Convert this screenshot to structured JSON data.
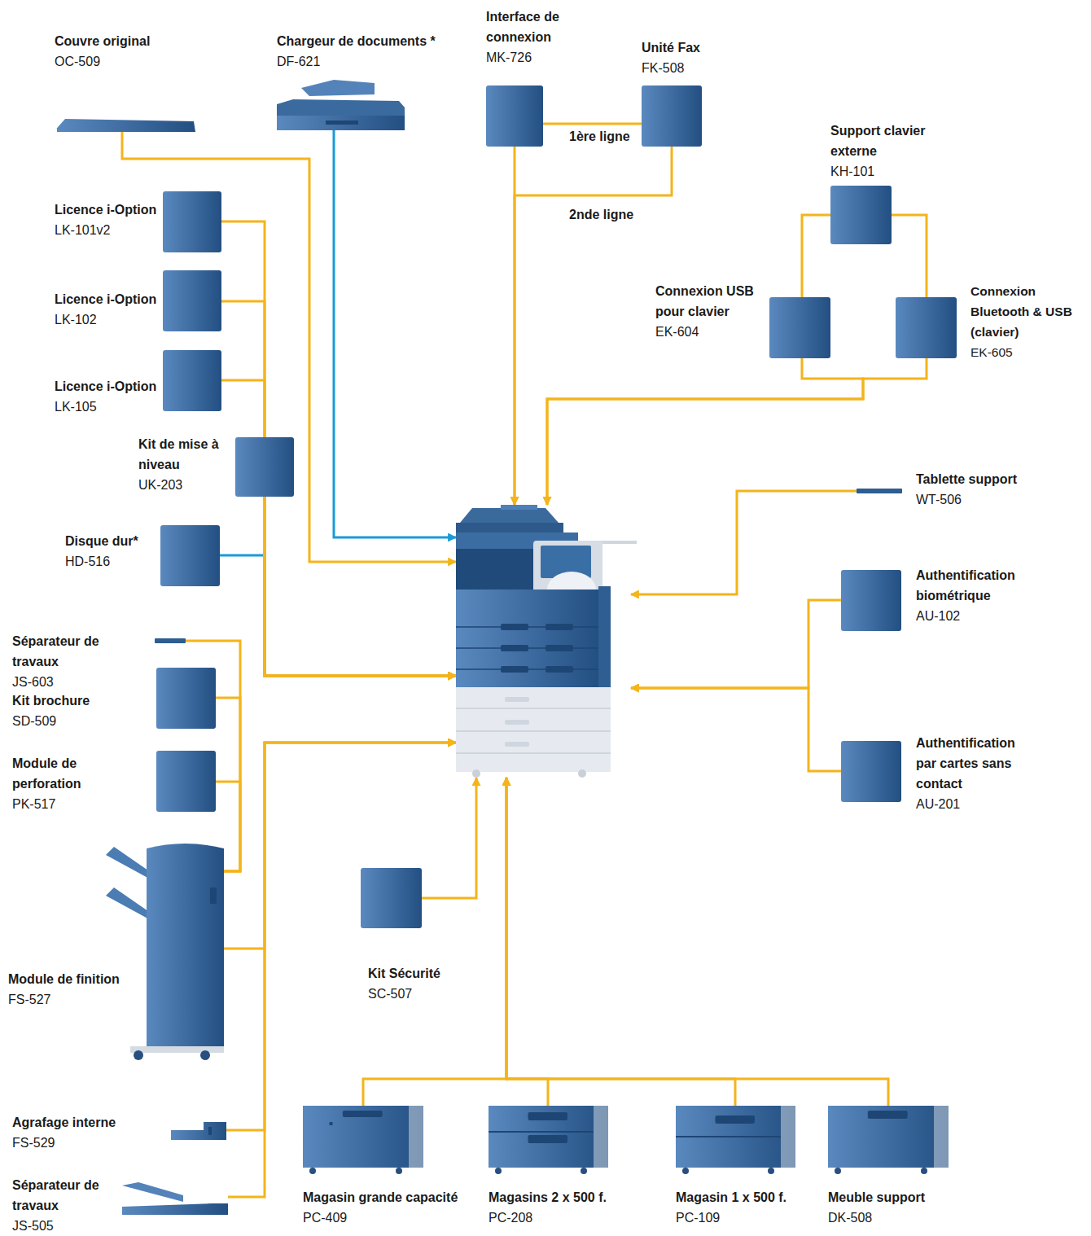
{
  "diagram": {
    "nodes": [
      {
        "text": [
          "Couvre original",
          "OC-509"
        ]
      },
      {
        "text": [
          "Chargeur de documents *",
          "DF-621"
        ]
      },
      {
        "text": [
          "Interface de connexion",
          "MK-726"
        ]
      },
      {
        "text": [
          "Unité Fax",
          "FK-508"
        ]
      },
      {
        "text": [
          "Support clavier externe",
          "KH-101"
        ]
      },
      {
        "text": [
          "Licence i-Option",
          "LK-101v2"
        ]
      },
      {
        "text": [
          "Licence i-Option",
          "LK-102"
        ]
      },
      {
        "text": [
          "Licence i-Option",
          "LK-105"
        ]
      },
      {
        "text": [
          "Connexion USB pour clavier",
          "EK-604"
        ]
      },
      {
        "text": [
          "Connexion Bluetooth & USB (clavier)",
          "EK-605"
        ]
      },
      {
        "text": [
          "Kit de mise à niveau",
          "UK-203"
        ]
      },
      {
        "text": [
          "Tablette support",
          "WT-506"
        ]
      },
      {
        "text": []
      },
      {
        "text": [
          "Disque dur*",
          "HD-516"
        ]
      },
      {
        "text": [
          "Authentification biométrique",
          "AU-102"
        ]
      },
      {
        "text": [
          "Séparateur de travaux",
          "JS-603"
        ]
      },
      {
        "text": [
          "Kit brochure",
          "SD-509"
        ]
      },
      {
        "text": [
          "Authentification par cartes sans contact",
          "AU-201"
        ]
      },
      {
        "text": [
          "Module de perforation",
          "PK-517"
        ]
      },
      {
        "text": [
          "Module de finition",
          "FS-527"
        ]
      },
      {
        "text": [
          "Kit Sécurité",
          "SC-507"
        ]
      },
      {
        "text": [
          "Agrafage interne",
          "FS-529"
        ]
      },
      {
        "text": [
          "Séparateur de travaux",
          "JS-505"
        ]
      },
      {
        "text": [
          "Magasin grande capacité",
          "PC-409"
        ]
      },
      {
        "text": [
          "Magasins 2 x 500 f.",
          "PC-208"
        ]
      },
      {
        "text": [
          "Magasin 1 x 500 f.",
          "PC-109"
        ]
      },
      {
        "text": [
          "Meuble support",
          "DK-508"
        ]
      }
    ],
    "edges": [
      {
        "from": 0,
        "to": 12,
        "arrow": "to"
      },
      {
        "from": 1,
        "to": 12,
        "arrow": "to"
      },
      {
        "from": 2,
        "to": 3,
        "label": "1ère ligne",
        "arrow": "none"
      },
      {
        "from": 2,
        "to": 12,
        "arrow": "to"
      },
      {
        "from": 3,
        "to": 12,
        "label": "2nde ligne",
        "arrow": "to"
      },
      {
        "from": 4,
        "to": 8,
        "arrow": "none"
      },
      {
        "from": 4,
        "to": 9,
        "arrow": "none"
      },
      {
        "from": 8,
        "to": 12,
        "arrow": "to"
      },
      {
        "from": 9,
        "to": 12,
        "arrow": "to"
      },
      {
        "from": 5,
        "to": 12,
        "arrow": "to"
      },
      {
        "from": 6,
        "to": 12,
        "arrow": "to"
      },
      {
        "from": 7,
        "to": 12,
        "arrow": "to"
      },
      {
        "from": 10,
        "to": 12,
        "arrow": "to"
      },
      {
        "from": 13,
        "to": 12,
        "arrow": "to"
      },
      {
        "from": 11,
        "to": 12,
        "arrow": "to"
      },
      {
        "from": 14,
        "to": 12,
        "arrow": "to"
      },
      {
        "from": 17,
        "to": 12,
        "arrow": "to"
      },
      {
        "from": 15,
        "to": 19,
        "arrow": "none"
      },
      {
        "from": 16,
        "to": 19,
        "arrow": "none"
      },
      {
        "from": 18,
        "to": 19,
        "arrow": "none"
      },
      {
        "from": 19,
        "to": 12,
        "arrow": "to"
      },
      {
        "from": 21,
        "to": 12,
        "arrow": "to"
      },
      {
        "from": 22,
        "to": 12,
        "arrow": "to"
      },
      {
        "from": 20,
        "to": 12,
        "arrow": "to"
      },
      {
        "from": 23,
        "to": 12,
        "arrow": "to"
      },
      {
        "from": 24,
        "to": 12,
        "arrow": "to"
      },
      {
        "from": 25,
        "to": 12,
        "arrow": "to"
      },
      {
        "from": 26,
        "to": 12,
        "arrow": "to"
      }
    ]
  }
}
